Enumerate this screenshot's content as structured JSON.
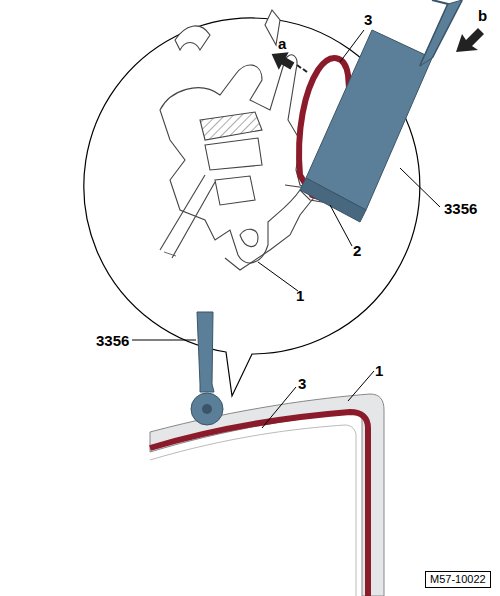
{
  "diagram": {
    "nodes": [
      {
        "text": [
          "M57-10022"
        ]
      }
    ],
    "labels": [
      "a",
      "3",
      "b",
      "3356",
      "2",
      "1",
      "3356",
      "3",
      "1"
    ]
  }
}
